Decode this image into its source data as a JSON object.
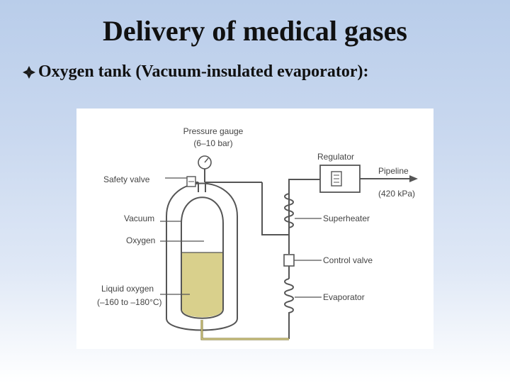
{
  "slide": {
    "title": "Delivery of medical gases",
    "bullet_text": "Oxygen tank (Vacuum-insulated evaporator):"
  },
  "diagram": {
    "labels": {
      "pressure_gauge_line1": "Pressure gauge",
      "pressure_gauge_line2": "(6–10 bar)",
      "safety_valve": "Safety valve",
      "vacuum": "Vacuum",
      "oxygen": "Oxygen",
      "liquid_oxygen_line1": "Liquid oxygen",
      "liquid_oxygen_line2": "(–160 to –180°C)",
      "regulator": "Regulator",
      "pipeline_line1": "Pipeline",
      "pipeline_line2": "(420 kPa)",
      "superheater": "Superheater",
      "control_valve": "Control valve",
      "evaporator": "Evaporator"
    },
    "colors": {
      "liquid_oxygen": "#d9d08c",
      "outline": "#555555",
      "label_text": "#444444",
      "bullet_diamond": "#1a1a1a"
    },
    "icons": [
      "diamond-bullet-icon",
      "pressure-gauge-icon",
      "regulator-icon",
      "arrow-right-icon"
    ]
  }
}
